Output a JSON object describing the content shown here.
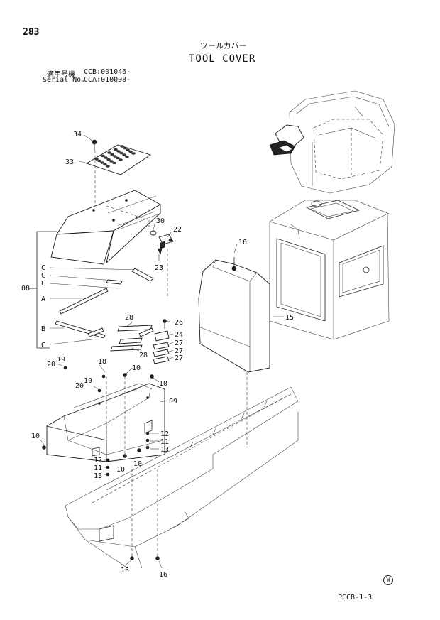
{
  "header": {
    "page_number": "283",
    "title_jp": "ツールカバー",
    "title_en": "TOOL COVER",
    "serial_jp_label": "適用号機",
    "serial_jp_value": "CCB:001046-",
    "serial_en_label": "Serial No.",
    "serial_en_value": "CCA:010008-"
  },
  "callouts": {
    "c34": "34",
    "c33": "33",
    "c30": "30",
    "c22": "22",
    "c23": "23",
    "c16a": "16",
    "c15": "15",
    "c08": "08",
    "cC1": "C",
    "cC2": "C",
    "cC3": "C",
    "cA": "A",
    "cB": "B",
    "cC4": "C",
    "c28a": "28",
    "c28b": "28",
    "c26": "26",
    "c24": "24",
    "c27a": "27",
    "c27b": "27",
    "c27c": "27",
    "c19a": "19",
    "c20a": "20",
    "c18": "18",
    "c19b": "19",
    "c20b": "20",
    "c10a": "10",
    "c10b": "10",
    "c09": "09",
    "c10c": "10",
    "c12a": "12",
    "c11a": "11",
    "c13a": "13",
    "c12b": "12",
    "c11b": "11",
    "c13b": "13",
    "c10d": "10",
    "c10e": "10",
    "c16b": "16",
    "c16c": "16"
  },
  "footer": {
    "code": "PCCB-1-3",
    "mark": "W"
  }
}
